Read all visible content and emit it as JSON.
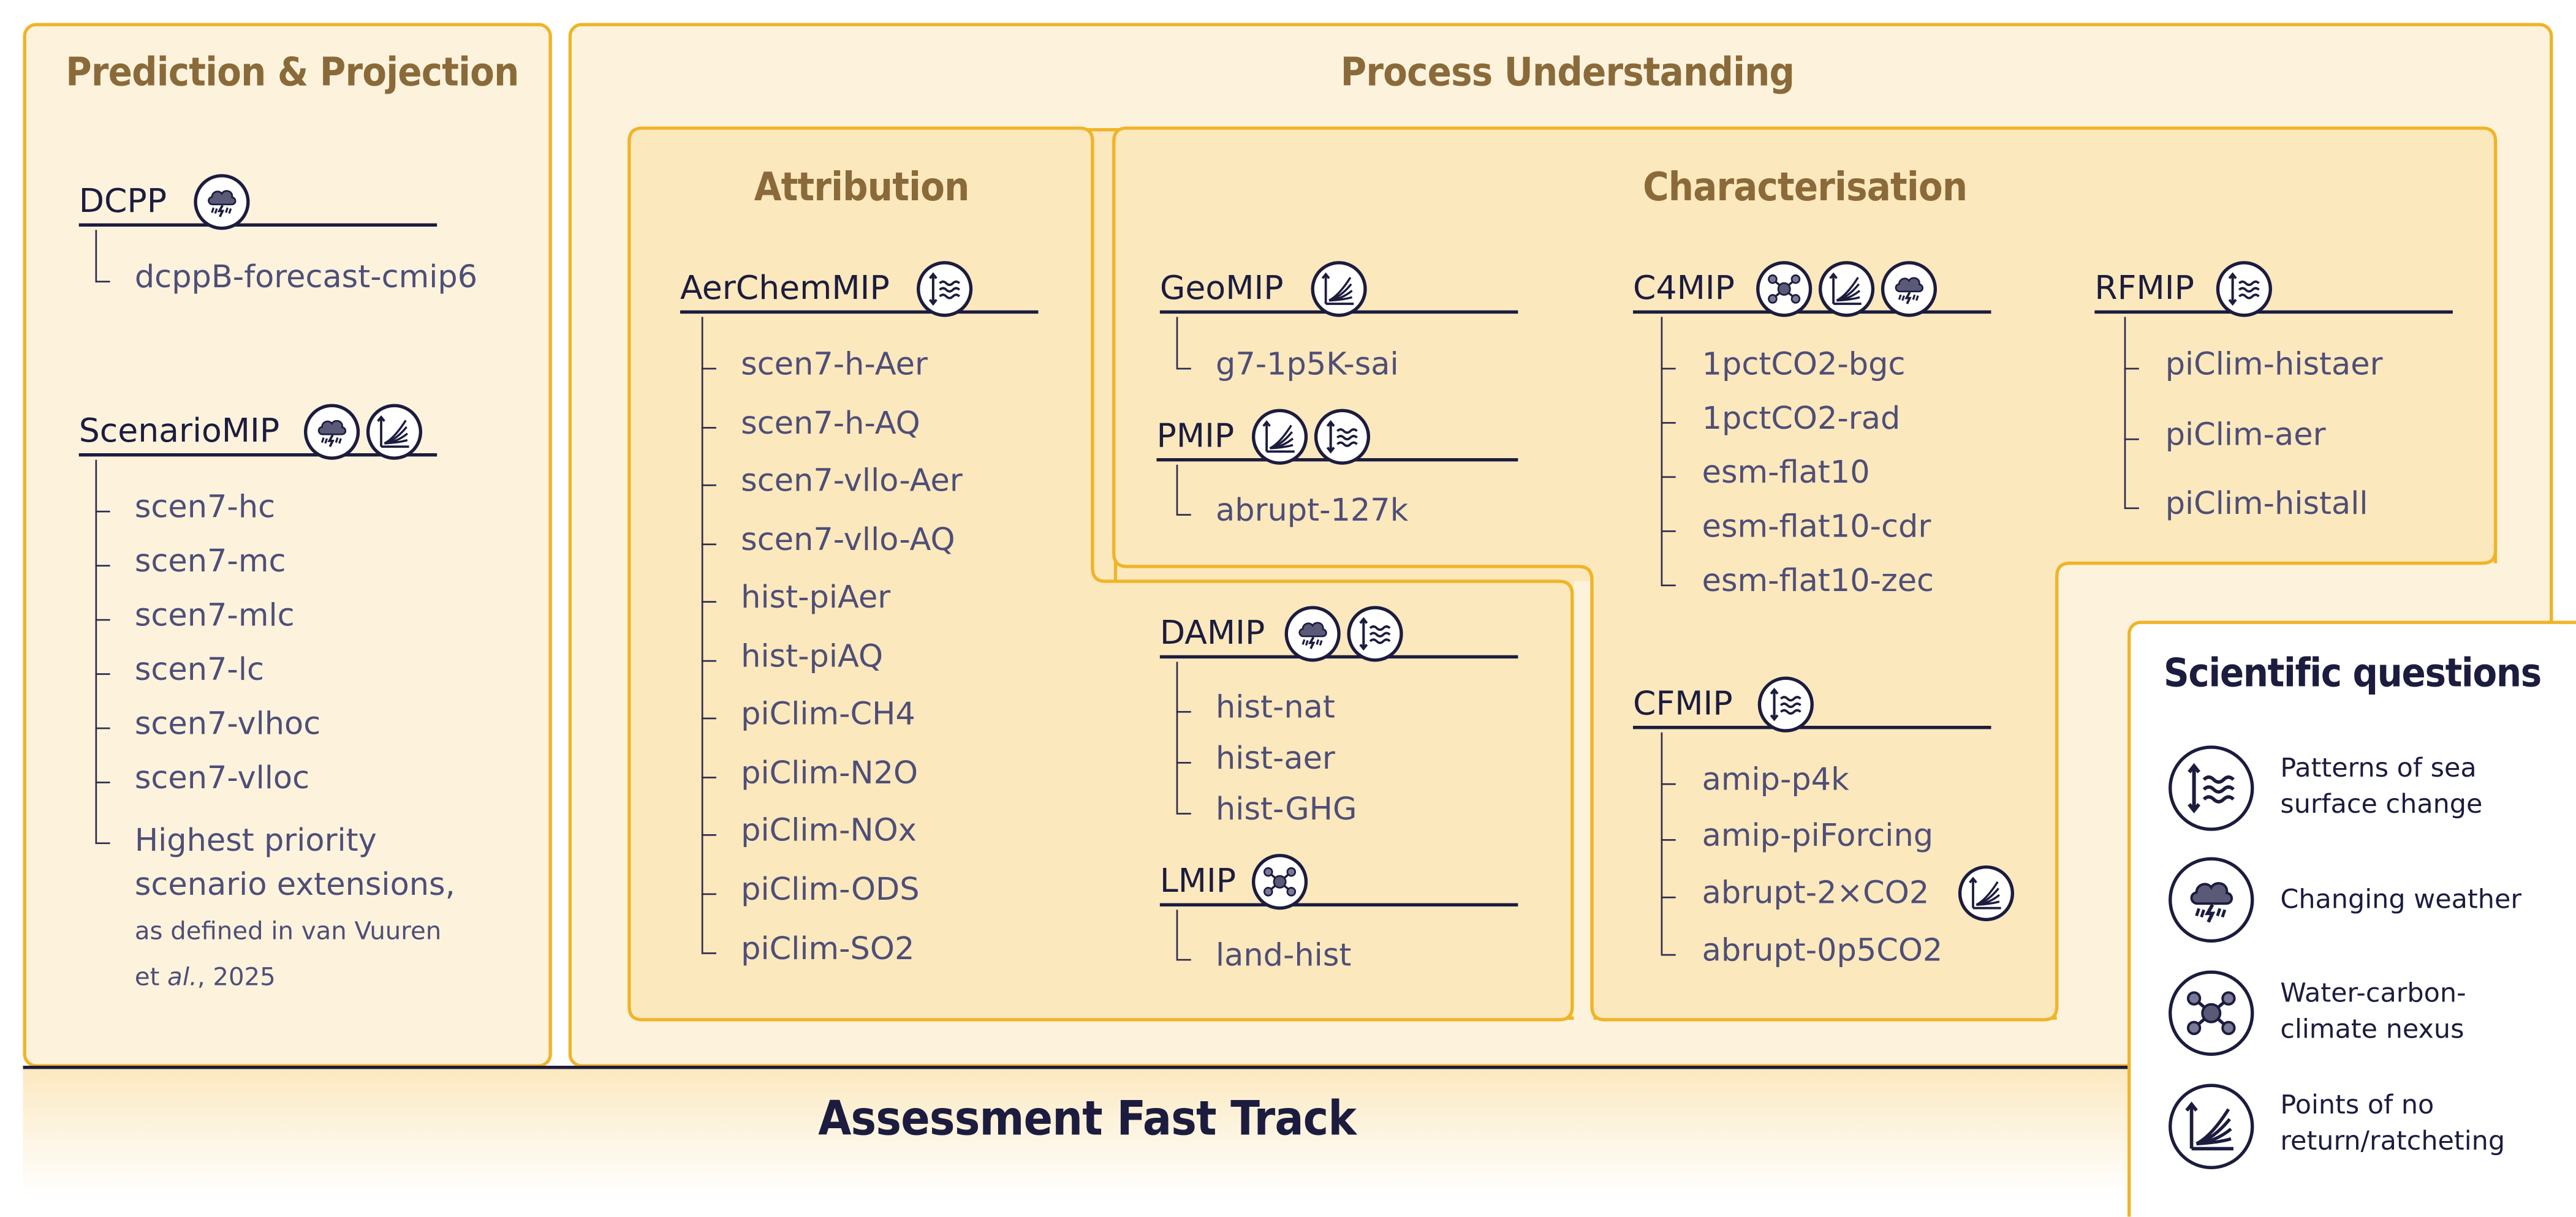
{
  "sections": {
    "prediction_projection": "Prediction & Projection",
    "process_understanding": "Process Understanding",
    "attribution": "Attribution",
    "characterisation": "Characterisation",
    "assessment_fast_track": "Assessment Fast Track"
  },
  "mips": {
    "dcpp": {
      "name": "DCPP",
      "icons": [
        "changing-weather"
      ],
      "experiments": [
        "dcppB-forecast-cmip6"
      ]
    },
    "scenariomip": {
      "name": "ScenarioMIP",
      "icons": [
        "changing-weather",
        "points-of-no-return"
      ],
      "experiments": [
        "scen7-hc",
        "scen7-mc",
        "scen7-mlc",
        "scen7-lc",
        "scen7-vlhoc",
        "scen7-vlloc"
      ],
      "extension_line1": "Highest priority",
      "extension_line2": "scenario extensions,",
      "extension_line3": "as defined in van Vuuren",
      "extension_line4_a": "et ",
      "extension_line4_b": "al.",
      "extension_line4_c": ", 2025"
    },
    "aerchemmip": {
      "name": "AerChemMIP",
      "icons": [
        "sea-surface-change"
      ],
      "experiments": [
        "scen7-h-Aer",
        "scen7-h-AQ",
        "scen7-vllo-Aer",
        "scen7-vllo-AQ",
        "hist-piAer",
        "hist-piAQ",
        "piClim-CH4",
        "piClim-N2O",
        "piClim-NOx",
        "piClim-ODS",
        "piClim-SO2"
      ]
    },
    "geomip": {
      "name": "GeoMIP",
      "icons": [
        "points-of-no-return"
      ],
      "experiments": [
        "g7-1p5K-sai"
      ]
    },
    "pmip": {
      "name": "PMIP",
      "icons": [
        "points-of-no-return",
        "sea-surface-change"
      ],
      "experiments": [
        "abrupt-127k"
      ]
    },
    "damip": {
      "name": "DAMIP",
      "icons": [
        "changing-weather",
        "sea-surface-change"
      ],
      "experiments": [
        "hist-nat",
        "hist-aer",
        "hist-GHG"
      ]
    },
    "lmip": {
      "name": "LMIP",
      "icons": [
        "water-carbon"
      ],
      "experiments": [
        "land-hist"
      ]
    },
    "c4mip": {
      "name": "C4MIP",
      "icons": [
        "water-carbon",
        "points-of-no-return",
        "changing-weather"
      ],
      "experiments": [
        "1pctCO2-bgc",
        "1pctCO2-rad",
        "esm-flat10",
        "esm-flat10-cdr",
        "esm-flat10-zec"
      ]
    },
    "cfmip": {
      "name": "CFMIP",
      "icons": [
        "sea-surface-change"
      ],
      "experiments": [
        "amip-p4k",
        "amip-piForcing",
        "abrupt-2×CO2",
        "abrupt-0p5CO2"
      ],
      "experiment_icon": "points-of-no-return"
    },
    "rfmip": {
      "name": "RFMIP",
      "icons": [
        "sea-surface-change"
      ],
      "experiments": [
        "piClim-histaer",
        "piClim-aer",
        "piClim-histall"
      ]
    }
  },
  "legend": {
    "title": "Scientific questions",
    "items": [
      {
        "icon": "sea-surface-change",
        "line1": "Patterns of sea",
        "line2": "surface change"
      },
      {
        "icon": "changing-weather",
        "line1": "Changing weather",
        "line2": ""
      },
      {
        "icon": "water-carbon",
        "line1": "Water-carbon-",
        "line2": "climate nexus"
      },
      {
        "icon": "points-of-no-return",
        "line1": "Points of no",
        "line2": "return/ratcheting"
      }
    ]
  },
  "colors": {
    "border": "#f0b429",
    "outer_fill": "#fdf3dd",
    "inner_fill": "#fbe8bd",
    "section_title": "#8b6a3a",
    "navy": "#1c1c3f",
    "experiment_text": "#4e4e78"
  }
}
